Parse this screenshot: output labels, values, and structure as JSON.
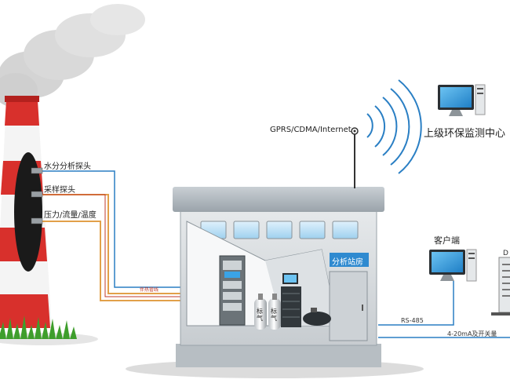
{
  "probes": {
    "moisture": "水分分析探头",
    "sampling": "采样探头",
    "pressure_flow_temp": "压力/流量/温度"
  },
  "network": {
    "wireless": "GPRS/CDMA/Internet",
    "upper_center": "上级环保监测中心",
    "client": "客户端",
    "rs485": "RS-485",
    "analog_switch": "4-20mA及开关量"
  },
  "station": {
    "sign": "分析站房",
    "gas_1": "标气",
    "gas_2": "标气",
    "pipe_label": "伴热管线",
    "side_label": "D"
  },
  "colors": {
    "chimney_red": "#d8302c",
    "chimney_white": "#f4f4f4",
    "sign_blue": "#2f8ad0",
    "cable_blue": "#2a7fc4",
    "cable_orange": "#e2a049",
    "screen_blue": "#3aa3e6"
  }
}
